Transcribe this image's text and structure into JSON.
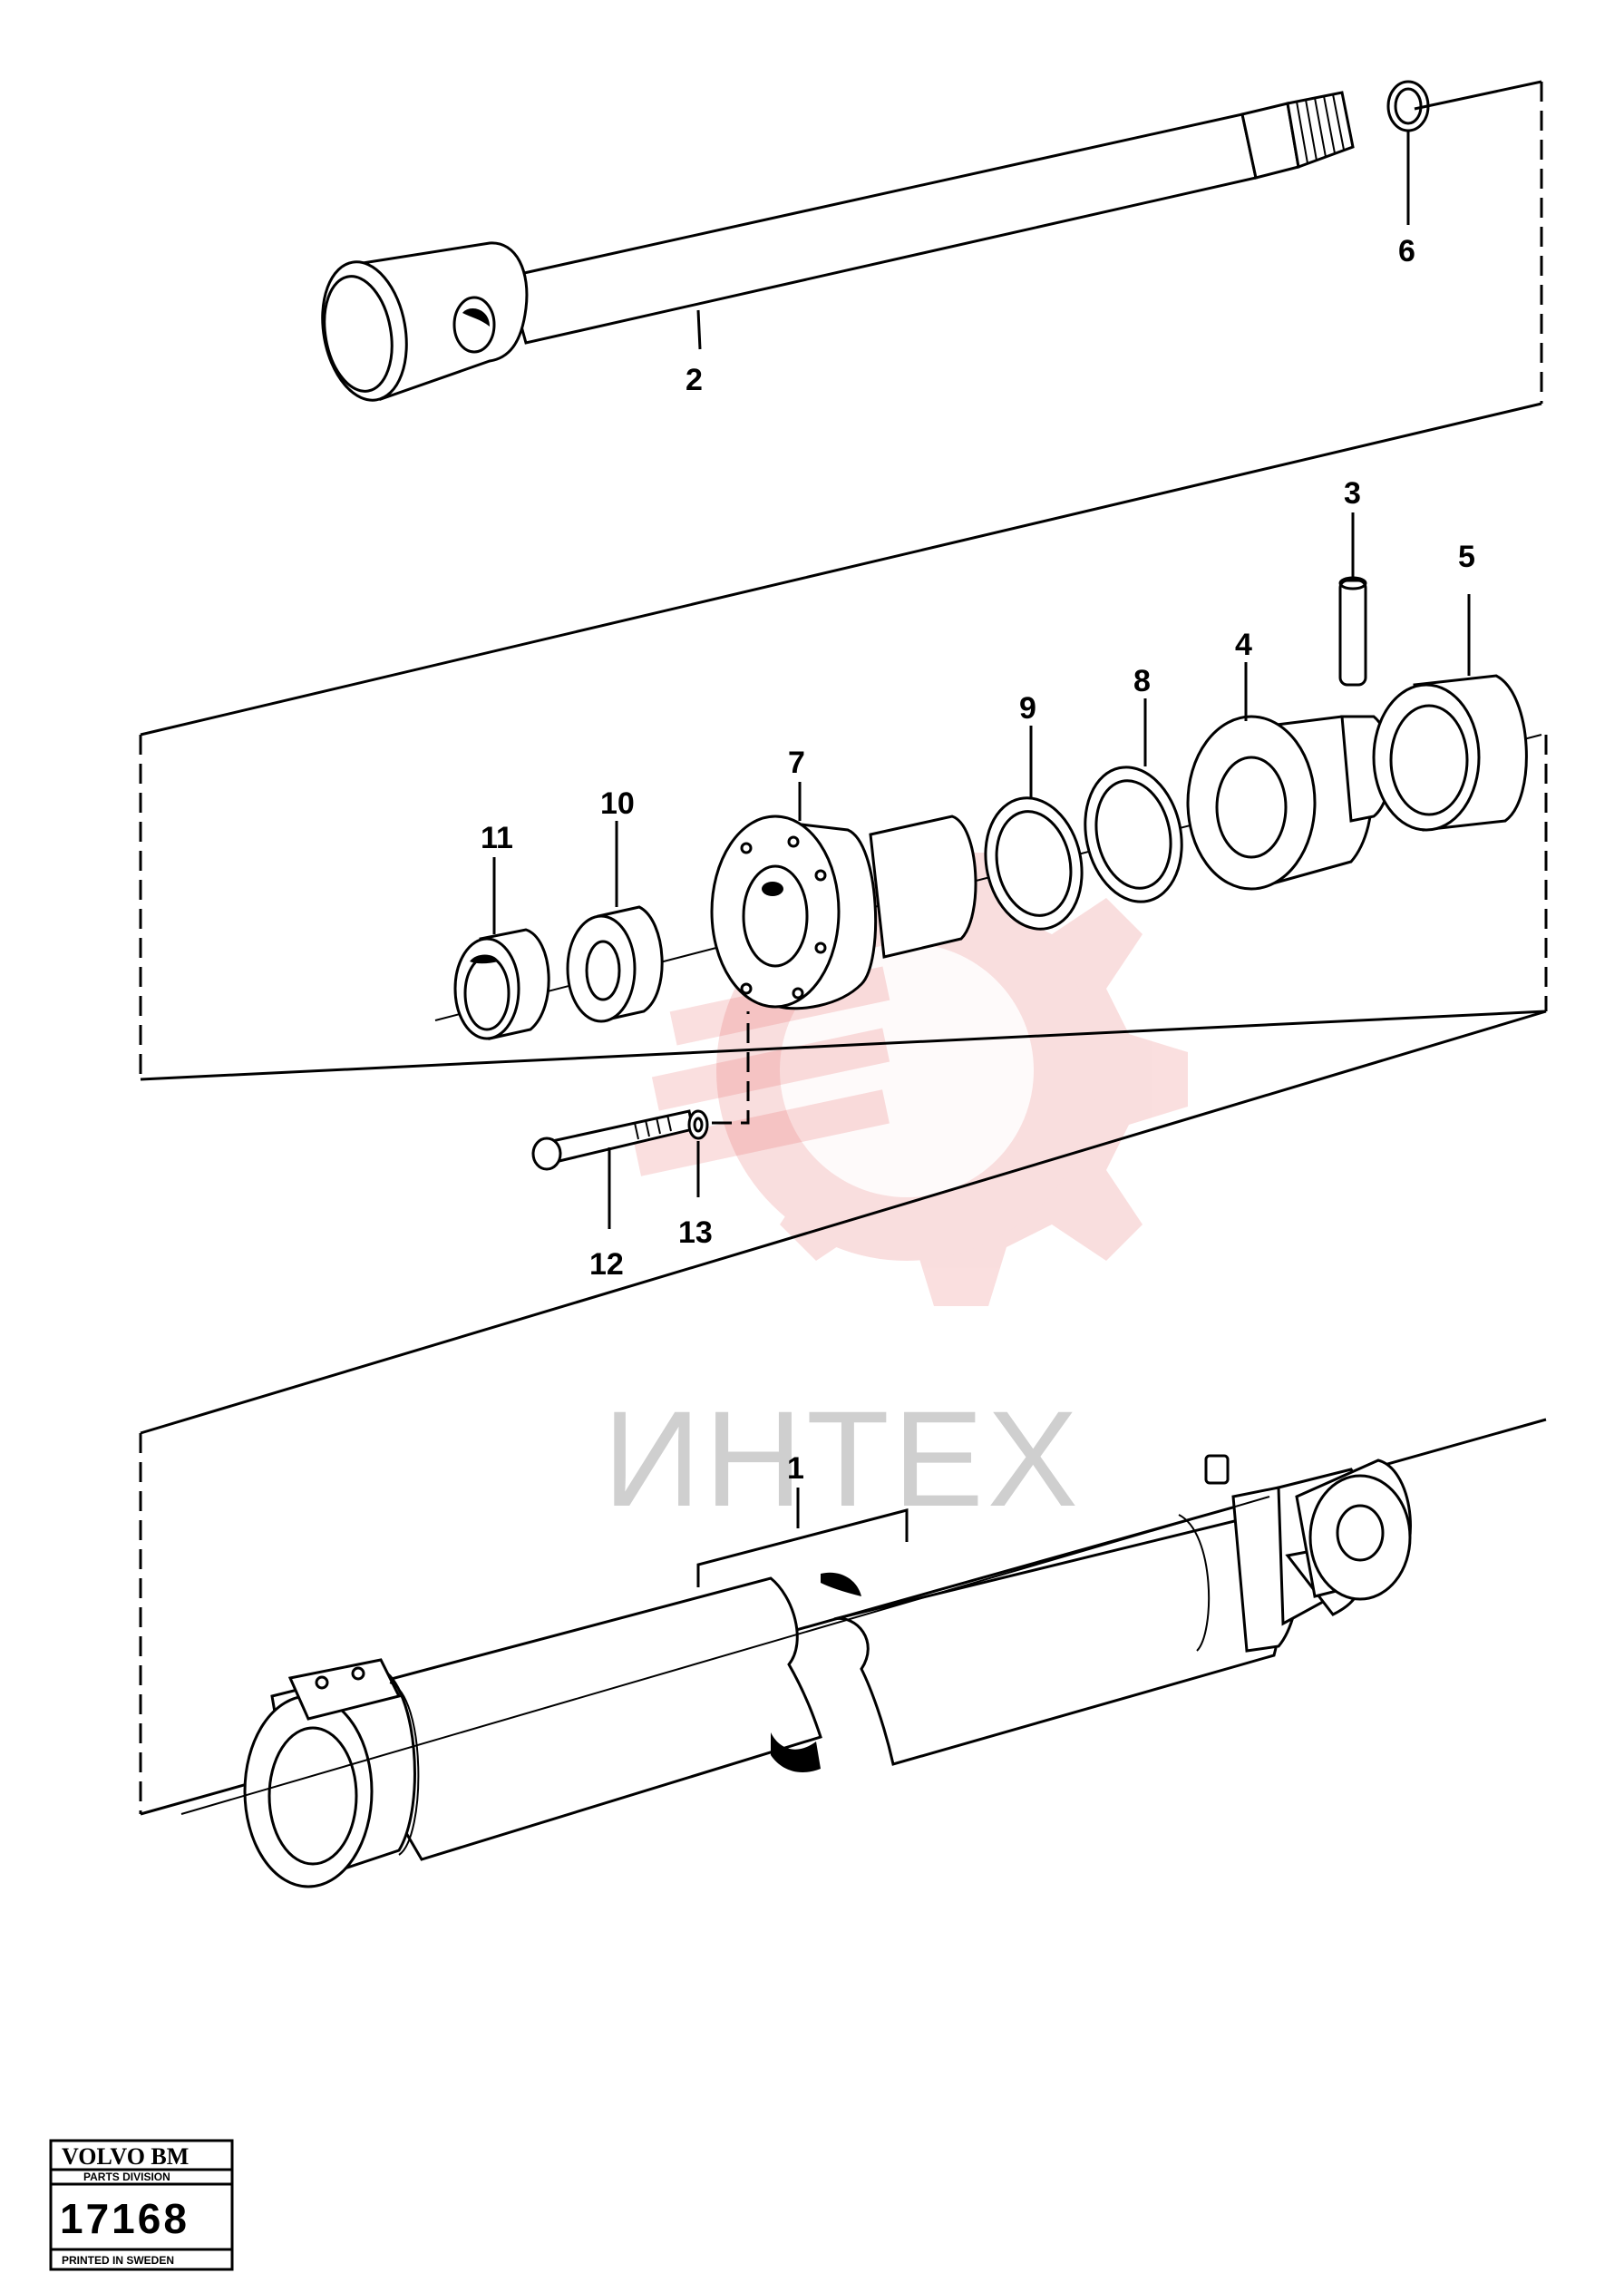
{
  "callouts": {
    "c1": "1",
    "c2": "2",
    "c3": "3",
    "c4": "4",
    "c5": "5",
    "c6": "6",
    "c7": "7",
    "c8": "8",
    "c9": "9",
    "c10": "10",
    "c11": "11",
    "c12": "12",
    "c13": "13"
  },
  "watermark": {
    "text": "ИНТЕХ",
    "color": "#e0363a"
  },
  "stamp": {
    "brand": "VOLVO BM",
    "division": "PARTS DIVISION",
    "number": "17168",
    "printed": "PRINTED IN SWEDEN"
  }
}
